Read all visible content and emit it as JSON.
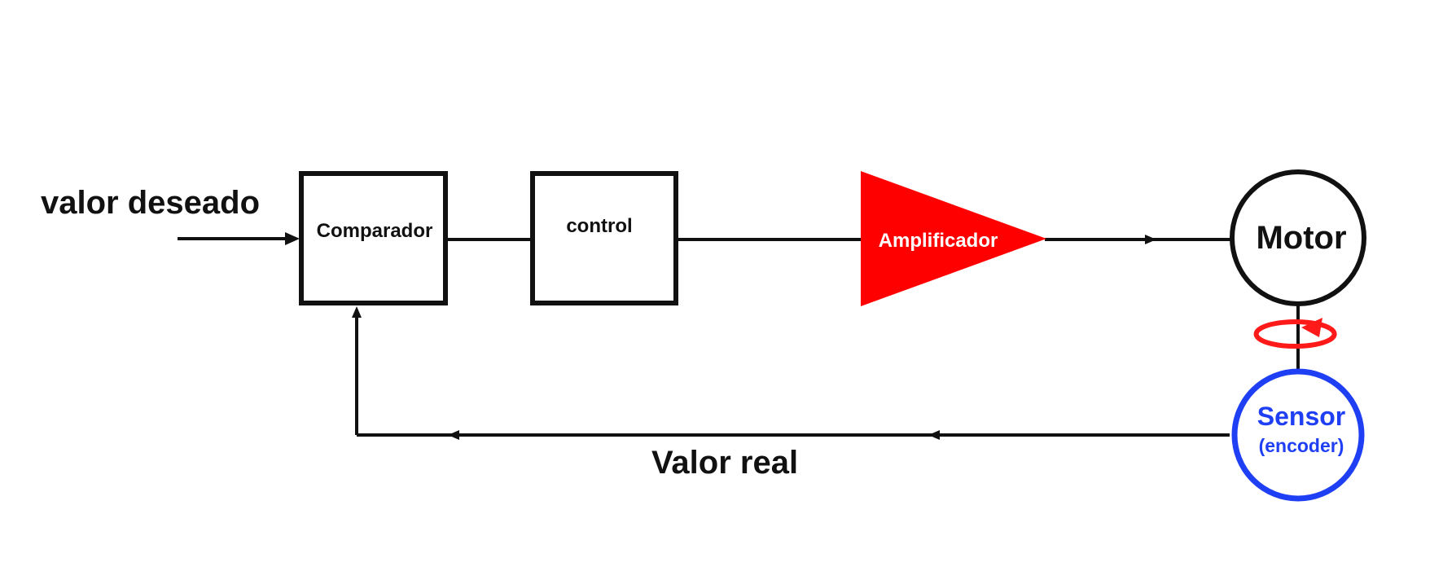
{
  "diagram": {
    "input_label": "valor deseado",
    "feedback_label": "Valor real",
    "blocks": {
      "comparator": "Comparador",
      "control": "control",
      "amplifier": "Amplificador",
      "motor": "Motor",
      "sensor": "Sensor",
      "sensor_detail": "(encoder)"
    },
    "colors": {
      "line": "#111111",
      "amplifier": "#ff0000",
      "rotation_arrow": "#ff1a1a",
      "sensor": "#1f3ff5",
      "amplifier_text": "#ffffff"
    },
    "icons": [
      "arrow-head-icon",
      "rotation-arrow-icon"
    ]
  }
}
